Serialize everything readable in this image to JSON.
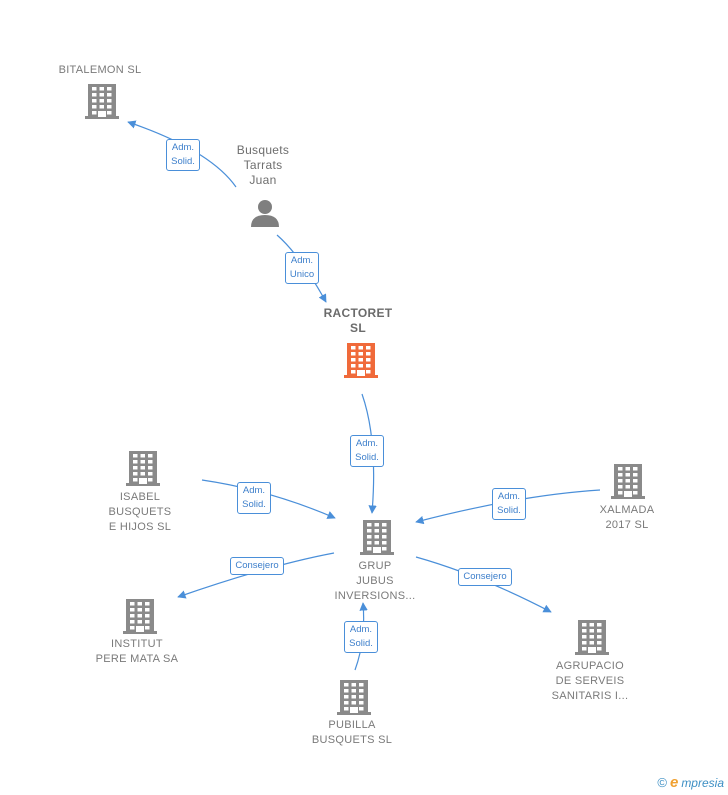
{
  "colors": {
    "edge": "#4a8fd9",
    "company_icon": "#8a8a8a",
    "main_company_icon": "#f06a3a",
    "person_icon": "#7f7f7f"
  },
  "nodes": [
    {
      "id": "bitalemon",
      "type": "company",
      "label": "BITALEMON  SL",
      "icon": "building-icon"
    },
    {
      "id": "busquets",
      "type": "person",
      "label": "Busquets\nTarrats\nJuan",
      "icon": "person-icon"
    },
    {
      "id": "ractoret",
      "type": "main-company",
      "label": "RACTORET\nSL",
      "icon": "building-icon"
    },
    {
      "id": "isabel",
      "type": "company",
      "label": "ISABEL\nBUSQUETS\nE HIJOS  SL",
      "icon": "building-icon"
    },
    {
      "id": "xalmada",
      "type": "company",
      "label": "XALMADA\n2017  SL",
      "icon": "building-icon"
    },
    {
      "id": "grup",
      "type": "company",
      "label": "GRUP\nJUBUS\nINVERSIONS...",
      "icon": "building-icon"
    },
    {
      "id": "institut",
      "type": "company",
      "label": "INSTITUT\nPERE MATA SA",
      "icon": "building-icon"
    },
    {
      "id": "agrupacio",
      "type": "company",
      "label": "AGRUPACIO\nDE SERVEIS\nSANITARIS I...",
      "icon": "building-icon"
    },
    {
      "id": "pubilla",
      "type": "company",
      "label": "PUBILLA\nBUSQUETS  SL",
      "icon": "building-icon"
    }
  ],
  "edges": [
    {
      "from": "busquets",
      "to": "bitalemon",
      "label": "Adm.\nSolid."
    },
    {
      "from": "busquets",
      "to": "ractoret",
      "label": "Adm.\nUnico"
    },
    {
      "from": "ractoret",
      "to": "grup",
      "label": "Adm.\nSolid."
    },
    {
      "from": "isabel",
      "to": "grup",
      "label": "Adm.\nSolid."
    },
    {
      "from": "xalmada",
      "to": "grup",
      "label": "Adm.\nSolid."
    },
    {
      "from": "grup",
      "to": "institut",
      "label": "Consejero"
    },
    {
      "from": "grup",
      "to": "agrupacio",
      "label": "Consejero"
    },
    {
      "from": "pubilla",
      "to": "grup",
      "label": "Adm.\nSolid."
    }
  ],
  "watermark": {
    "copyright": "©",
    "brand_initial": "e",
    "brand_rest": "mpresia"
  }
}
